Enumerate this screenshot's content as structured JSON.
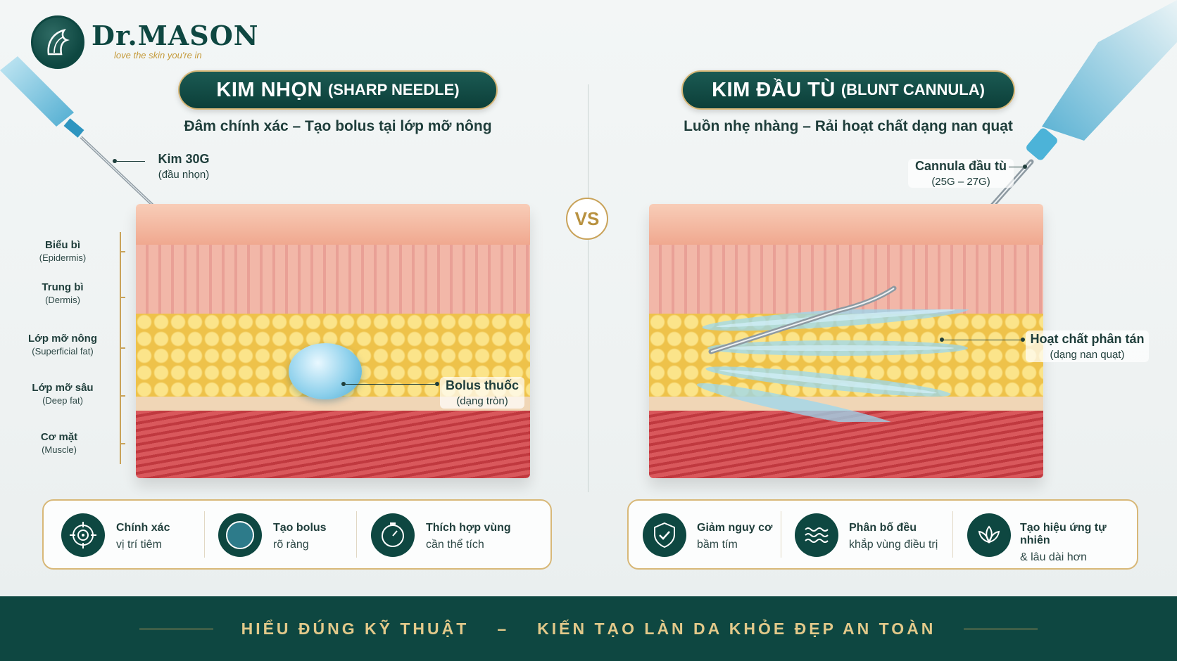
{
  "brand": {
    "name": "Dr.MASON",
    "tagline": "love the skin you're in"
  },
  "left": {
    "title_main": "KIM NHỌN",
    "title_sub": "(SHARP NEEDLE)",
    "subtitle": "Đâm chính xác – Tạo bolus tại lớp mỡ nông",
    "needle_label": "Kim 30G",
    "needle_note": "(đầu nhọn)",
    "bolus_label": "Bolus thuốc",
    "bolus_note": "(dạng tròn)",
    "layers": [
      {
        "name": "Biểu bì",
        "latin": "(Epidermis)"
      },
      {
        "name": "Trung bì",
        "latin": "(Dermis)"
      },
      {
        "name": "Lớp mỡ nông",
        "latin": "(Superficial fat)"
      },
      {
        "name": "Lớp mỡ sâu",
        "latin": "(Deep fat)"
      },
      {
        "name": "Cơ mặt",
        "latin": "(Muscle)"
      }
    ],
    "features": [
      {
        "title": "Chính xác",
        "desc": "vị trí tiêm",
        "icon": "target-icon"
      },
      {
        "title": "Tạo bolus",
        "desc": "rõ ràng",
        "icon": "circle-icon"
      },
      {
        "title": "Thích hợp vùng",
        "desc": "cần thể tích",
        "icon": "gauge-icon"
      }
    ]
  },
  "vs": "VS",
  "right": {
    "title_main": "KIM ĐẦU TÙ",
    "title_sub": "(BLUNT CANNULA)",
    "subtitle": "Luồn nhẹ nhàng – Rải hoạt chất dạng nan quạt",
    "cannula_label": "Cannula đầu tù",
    "cannula_note": "(25G – 27G)",
    "spread_label": "Hoạt chất phân tán",
    "spread_note": "(dạng nan quạt)",
    "features": [
      {
        "title": "Giảm nguy cơ",
        "desc": "bầm tím",
        "icon": "shield-icon"
      },
      {
        "title": "Phân bố đều",
        "desc": "khắp vùng điều trị",
        "icon": "waves-icon"
      },
      {
        "title": "Tạo hiệu ứng tự nhiên",
        "desc": "& lâu dài hơn",
        "icon": "lotus-icon"
      }
    ]
  },
  "footer": {
    "left": "HIỂU ĐÚNG KỸ THUẬT",
    "sep": "–",
    "right": "KIẾN TẠO LÀN DA KHỎE ĐẸP AN TOÀN"
  },
  "colors": {
    "primary": "#0e4741",
    "gold": "#c9a35a",
    "skin": "#f3b8a3",
    "fat": "#f1d259",
    "muscle": "#c8454a"
  }
}
